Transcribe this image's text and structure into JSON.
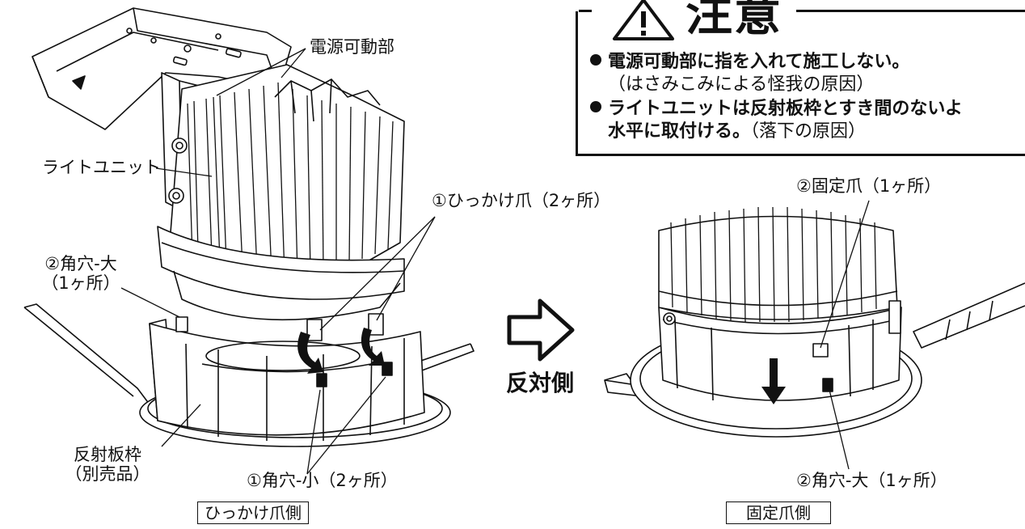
{
  "caution": {
    "title": "注意",
    "items": [
      {
        "main": "電源可動部に指を入れて施工しない。",
        "reason": "（はさみこみによる怪我の原因）"
      },
      {
        "main": "ライトユニットは反射板枠とすき間のないよ",
        "main2": "水平に取付ける。",
        "reason": "（落下の原因）"
      }
    ]
  },
  "left_figure": {
    "labels": {
      "power_movable": "電源可動部",
      "light_unit": "ライトユニット",
      "hook_claw": "①ひっかけ爪（2ヶ所）",
      "square_hole_large_l1": "②角穴-大",
      "square_hole_large_l2": "（1ヶ所）",
      "reflector_l1": "反射板枠",
      "reflector_l2": "（別売品）",
      "square_hole_small": "①角穴-小（2ヶ所）"
    },
    "caption": "ひっかけ爪側"
  },
  "arrow": {
    "label": "反対側"
  },
  "right_figure": {
    "labels": {
      "fixing_claw": "②固定爪（1ヶ所）",
      "square_hole_large": "②角穴-大（1ヶ所）"
    },
    "caption": "固定爪側"
  },
  "colors": {
    "line": "#111111",
    "fill_light": "#f2f2f2",
    "fill_mid": "#d9d9d9"
  },
  "icons": [
    "warning-triangle-icon",
    "right-outline-arrow-icon",
    "down-arrow-icon",
    "curved-arrow-icon"
  ]
}
